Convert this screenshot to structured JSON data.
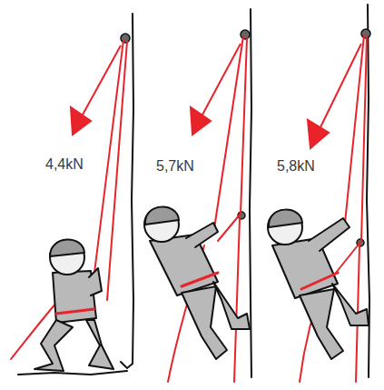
{
  "diagram": {
    "labels": [
      "4,4kN",
      "5,7kN",
      "5,8kN"
    ]
  }
}
